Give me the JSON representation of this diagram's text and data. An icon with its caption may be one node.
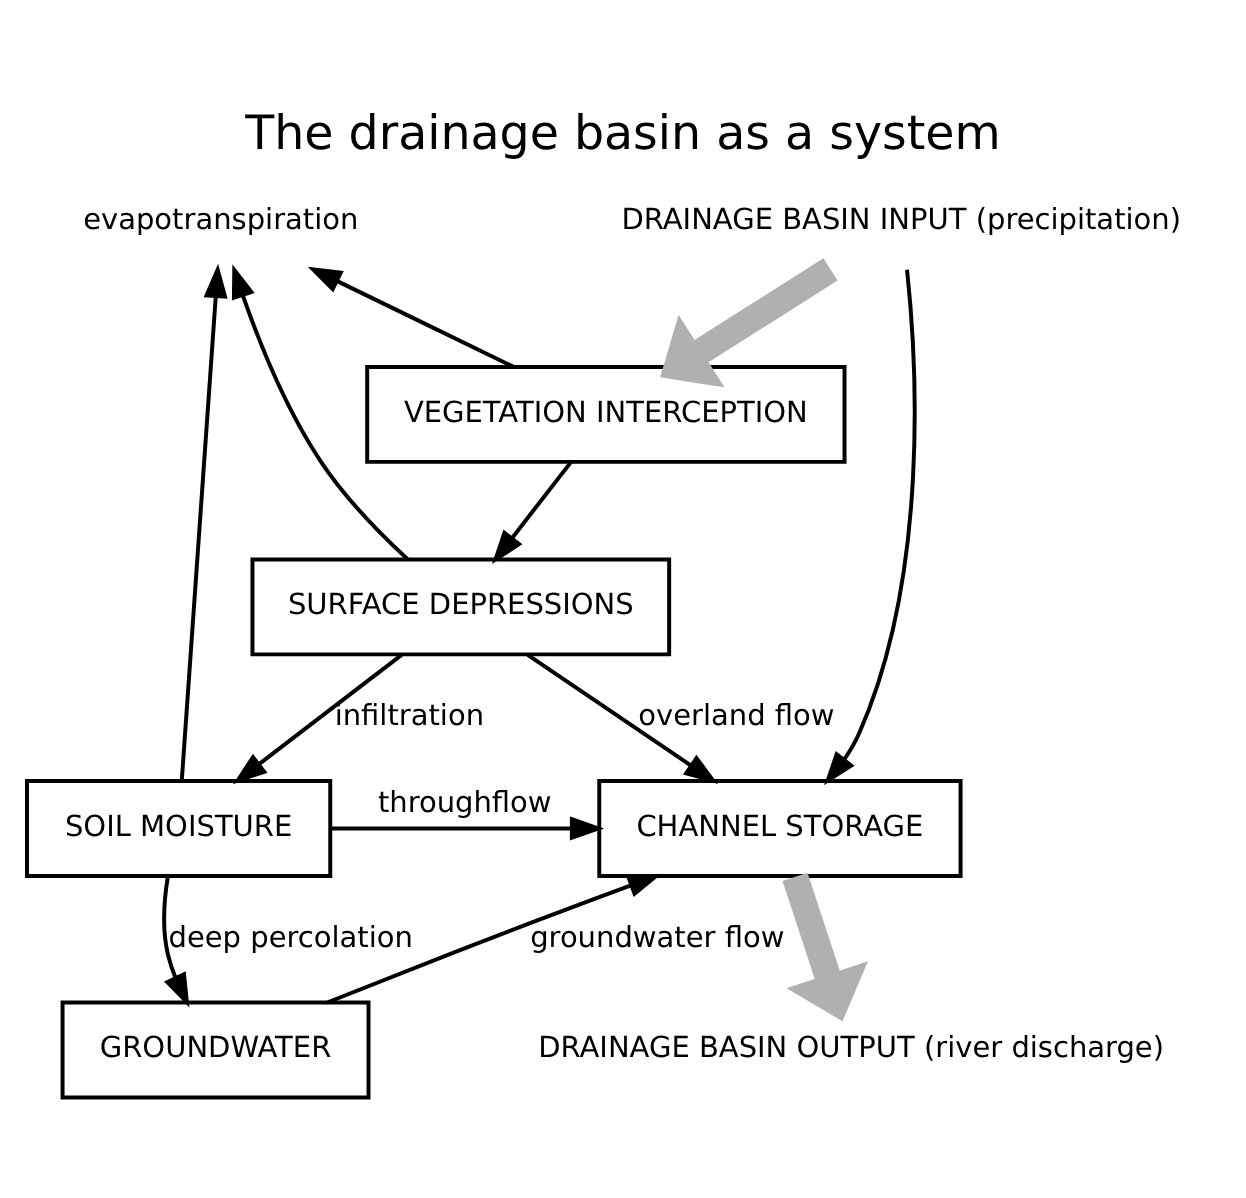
{
  "diagram": {
    "title": "The drainage basin as a system",
    "nodes": [
      {
        "text": [
          "DRAINAGE BASIN INPUT (precipitation)"
        ]
      },
      {
        "text": [
          "evapotranspiration"
        ]
      },
      {
        "text": [
          "VEGETATION INTERCEPTION"
        ]
      },
      {
        "text": [
          "SURFACE DEPRESSIONS"
        ]
      },
      {
        "text": [
          "SOIL MOISTURE"
        ]
      },
      {
        "text": [
          "GROUNDWATER"
        ]
      },
      {
        "text": [
          "CHANNEL STORAGE"
        ]
      },
      {
        "text": [
          "DRAINAGE BASIN OUTPUT (river discharge)"
        ]
      }
    ],
    "edges": [
      {
        "from": 0,
        "to": 2,
        "arrow": "to",
        "style": "thick",
        "color": "#b0b0b0"
      },
      {
        "from": 0,
        "to": 6,
        "arrow": "to"
      },
      {
        "from": 2,
        "to": 3,
        "arrow": "to"
      },
      {
        "from": 2,
        "to": 1,
        "arrow": "to"
      },
      {
        "from": 3,
        "to": 1,
        "arrow": "to"
      },
      {
        "from": 4,
        "to": 1,
        "arrow": "to"
      },
      {
        "from": 3,
        "to": 4,
        "arrow": "to",
        "label": "infiltration"
      },
      {
        "from": 3,
        "to": 6,
        "arrow": "to",
        "label": "overland flow"
      },
      {
        "from": 4,
        "to": 6,
        "arrow": "to",
        "label": "throughflow"
      },
      {
        "from": 4,
        "to": 5,
        "arrow": "to",
        "label": "deep percolation"
      },
      {
        "from": 5,
        "to": 6,
        "arrow": "to",
        "label": "groundwater flow"
      },
      {
        "from": 6,
        "to": 7,
        "arrow": "to",
        "style": "thick",
        "color": "#b0b0b0"
      }
    ]
  }
}
